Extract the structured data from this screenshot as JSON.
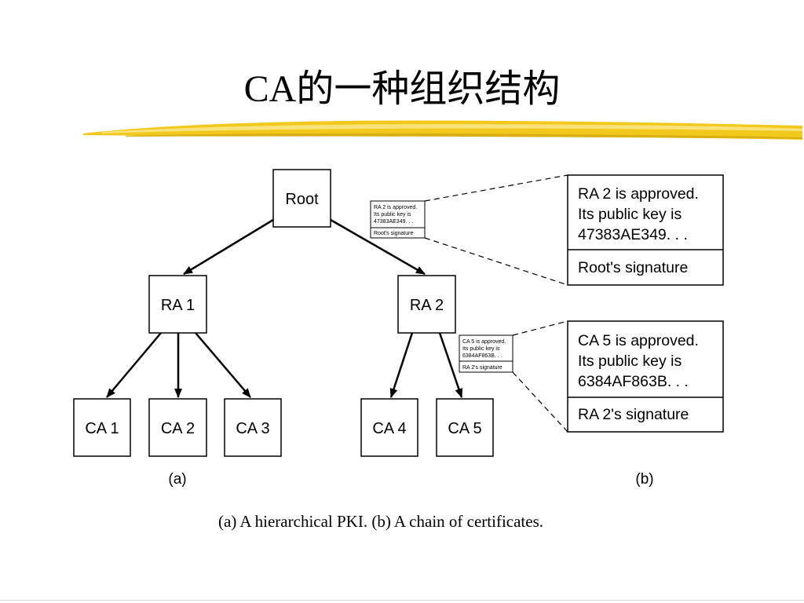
{
  "slide": {
    "title": "CA的一种组织结构",
    "caption": "(a) A hierarchical PKI.  (b) A chain of certificates.",
    "accent_color": "#f2c81c"
  },
  "tree": {
    "root": "Root",
    "ra": [
      "RA 1",
      "RA 2"
    ],
    "ca": [
      "CA 1",
      "CA 2",
      "CA 3",
      "CA 4",
      "CA 5"
    ],
    "sub_label": "(a)"
  },
  "chain": {
    "sub_label": "(b)",
    "cert1": {
      "lines": [
        "RA 2 is approved.",
        "Its public key is",
        "47383AE349. . ."
      ],
      "signature": "Root's signature"
    },
    "cert2": {
      "lines": [
        "CA 5 is approved.",
        "Its public key is",
        "6384AF863B. . ."
      ],
      "signature": "RA 2's signature"
    }
  }
}
